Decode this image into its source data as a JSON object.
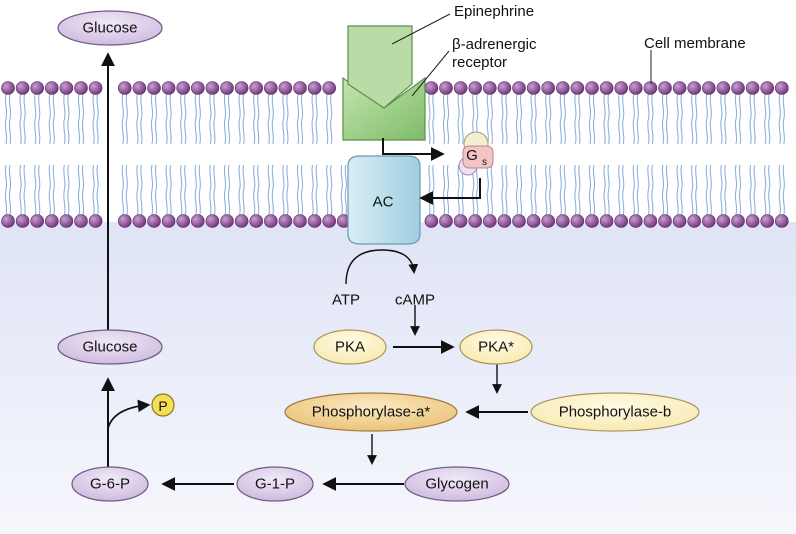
{
  "labels": {
    "epinephrine": "Epinephrine",
    "receptor_line1": "β-adrenergic",
    "receptor_line2": "receptor",
    "cell_membrane": "Cell membrane",
    "gs_main": "G",
    "gs_sub": "s",
    "ac": "AC",
    "atp": "ATP",
    "camp": "cAMP",
    "pka": "PKA",
    "pka_active": "PKA*",
    "phosphorylase_a": "Phosphorylase-a*",
    "phosphorylase_b": "Phosphorylase-b",
    "glycogen": "Glycogen",
    "g1p": "G-1-P",
    "g6p": "G-6-P",
    "phosphate": "P",
    "glucose_inside": "Glucose",
    "glucose_outside": "Glucose"
  },
  "colors": {
    "lipid_head": "#8a4c93",
    "lipid_tail": "#8fb0e0",
    "cytoplasm": "#e9ecf8",
    "node_purple": "#d9cbe6",
    "node_yellow": "#fbf1c6",
    "node_orange": "#f2cf8c",
    "phosphate": "#f3de55",
    "receptor": "#9cce86",
    "ac": "#bfe0ec"
  }
}
